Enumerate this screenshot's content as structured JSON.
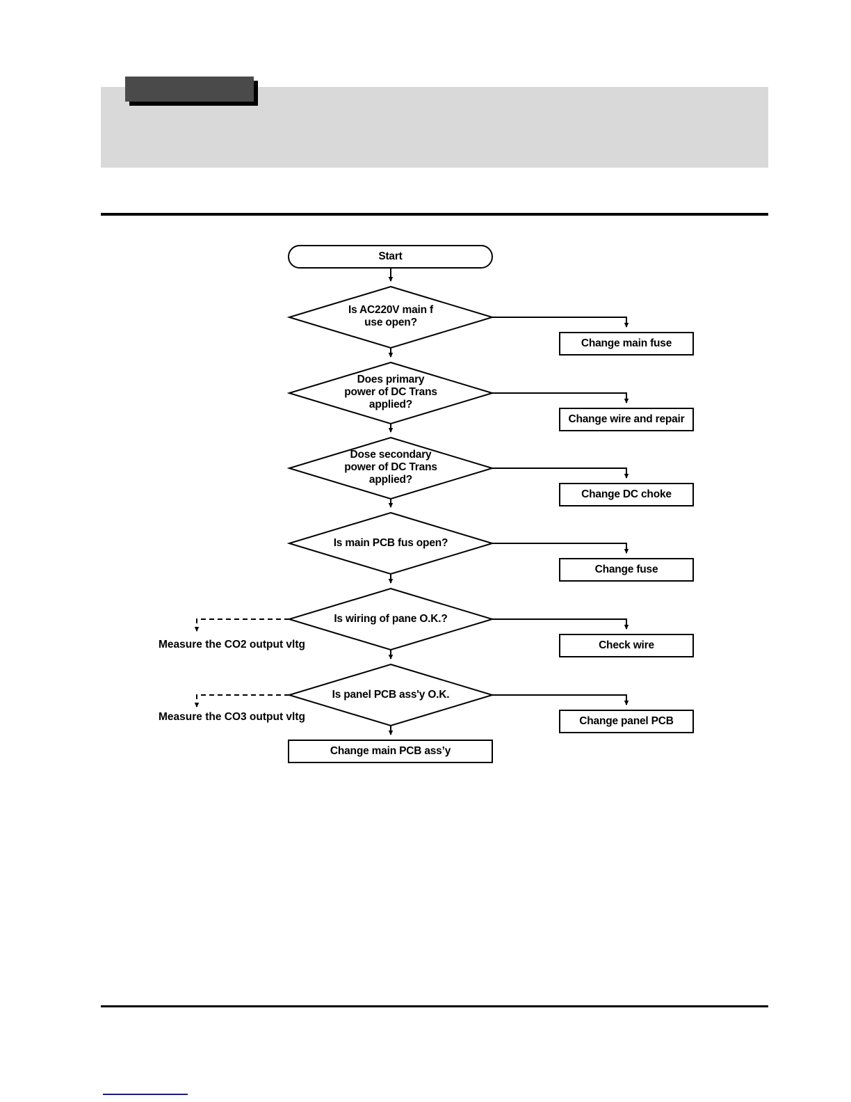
{
  "page": {
    "header_tab_label": "",
    "banner_text": ""
  },
  "chart_data": {
    "type": "diagram",
    "title": "Power supply troubleshooting flowchart",
    "nodes": [
      {
        "id": "start",
        "shape": "terminator",
        "label": "Start"
      },
      {
        "id": "d1",
        "shape": "decision",
        "label": "Is AC220V main f\nuse open?"
      },
      {
        "id": "d2",
        "shape": "decision",
        "label": "Does primary\npower of DC Trans\napplied?"
      },
      {
        "id": "d3",
        "shape": "decision",
        "label": "Dose secondary\npower of DC Trans\napplied?"
      },
      {
        "id": "d4",
        "shape": "decision",
        "label": "Is main PCB fus open?"
      },
      {
        "id": "d5",
        "shape": "decision",
        "label": "Is wiring of pane O.K.?"
      },
      {
        "id": "d6",
        "shape": "decision",
        "label": "Is panel PCB ass'y O.K."
      },
      {
        "id": "a1",
        "shape": "process",
        "label": "Change main fuse"
      },
      {
        "id": "a2",
        "shape": "process",
        "label": "Change wire and repair"
      },
      {
        "id": "a3",
        "shape": "process",
        "label": "Change DC choke"
      },
      {
        "id": "a4",
        "shape": "process",
        "label": "Change fuse"
      },
      {
        "id": "a5",
        "shape": "process",
        "label": "Check wire"
      },
      {
        "id": "a6",
        "shape": "process",
        "label": "Change panel PCB"
      },
      {
        "id": "end",
        "shape": "process",
        "label": "Change main PCB ass’y"
      },
      {
        "id": "n1",
        "shape": "note",
        "label": "Measure the CO2 output vltg"
      },
      {
        "id": "n2",
        "shape": "note",
        "label": "Measure the CO3 output vltg"
      }
    ],
    "edges": [
      {
        "from": "start",
        "to": "d1",
        "style": "solid"
      },
      {
        "from": "d1",
        "to": "a1",
        "style": "solid"
      },
      {
        "from": "d1",
        "to": "d2",
        "style": "solid"
      },
      {
        "from": "d2",
        "to": "a2",
        "style": "solid"
      },
      {
        "from": "d2",
        "to": "d3",
        "style": "solid"
      },
      {
        "from": "d3",
        "to": "a3",
        "style": "solid"
      },
      {
        "from": "d3",
        "to": "d4",
        "style": "solid"
      },
      {
        "from": "d4",
        "to": "a4",
        "style": "solid"
      },
      {
        "from": "d4",
        "to": "d5",
        "style": "solid"
      },
      {
        "from": "d5",
        "to": "a5",
        "style": "solid"
      },
      {
        "from": "d5",
        "to": "n1",
        "style": "dashed"
      },
      {
        "from": "d5",
        "to": "d6",
        "style": "solid"
      },
      {
        "from": "d6",
        "to": "a6",
        "style": "solid"
      },
      {
        "from": "d6",
        "to": "n2",
        "style": "dashed"
      },
      {
        "from": "d6",
        "to": "end",
        "style": "solid"
      }
    ],
    "colors": {
      "stroke": "#000000",
      "fill": "#ffffff",
      "banner": "#d9d9d9",
      "tab": "#4a4a4a",
      "footer_mark": "#1b1b7a"
    }
  }
}
